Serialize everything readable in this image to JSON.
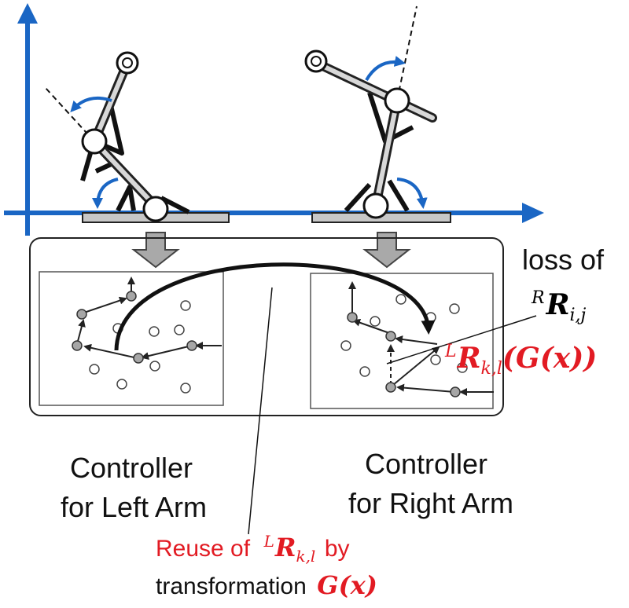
{
  "labels": {
    "controller_left_line1": "Controller",
    "controller_left_line2": "for Left Arm",
    "controller_right_line1": "Controller",
    "controller_right_line2": "for Right Arm",
    "loss_of": "loss of",
    "reuse_of": "Reuse of",
    "by": "by",
    "transformation": "transformation"
  },
  "math": {
    "R_sup": "R",
    "R_sym": "R",
    "R_sub": "i,j",
    "L_sup": "L",
    "L_sub": "k,l",
    "G_open": "(",
    "G_sym": "G",
    "x_sym": "x",
    "G_close_inner": ")",
    "G_close_outer": ")",
    "reuse_L_sup": "L",
    "reuse_R_sym": "R",
    "reuse_sub": "k,l",
    "G_text": "G",
    "paren_l": "(",
    "x_text": "x",
    "paren_r": ")"
  },
  "colors": {
    "axis_blue": "#1a66c4",
    "highlight_red": "#e21b23",
    "node_gray": "#a6a6a6",
    "base_gray": "#c7c7c7",
    "line_dark": "#222222"
  }
}
